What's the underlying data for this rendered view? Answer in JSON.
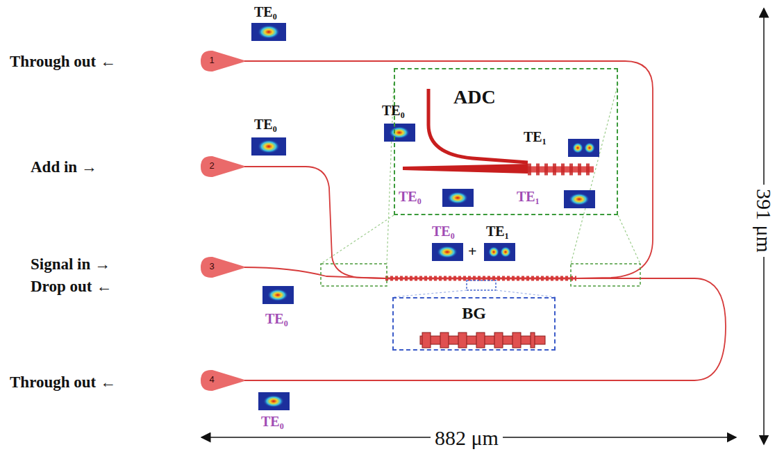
{
  "diagram": {
    "nodes": [
      {
        "text": [
          "1"
        ]
      },
      {
        "text": [
          "2"
        ]
      },
      {
        "text": [
          "3"
        ]
      },
      {
        "text": [
          "4"
        ]
      },
      {
        "text": [
          "ADC"
        ]
      },
      {
        "text": [
          "BG"
        ]
      }
    ],
    "labels": [
      "TE₀",
      "Through out ←",
      "TE₀",
      "Add in →",
      "TE₀",
      "TE₁",
      "TE₀",
      "TE₁",
      "TE₀",
      "+",
      "TE₁",
      "Signal in →",
      "Drop out ←",
      "TE₀",
      "Through out ←",
      "TE₀",
      "882 μm",
      "391 μm"
    ]
  }
}
